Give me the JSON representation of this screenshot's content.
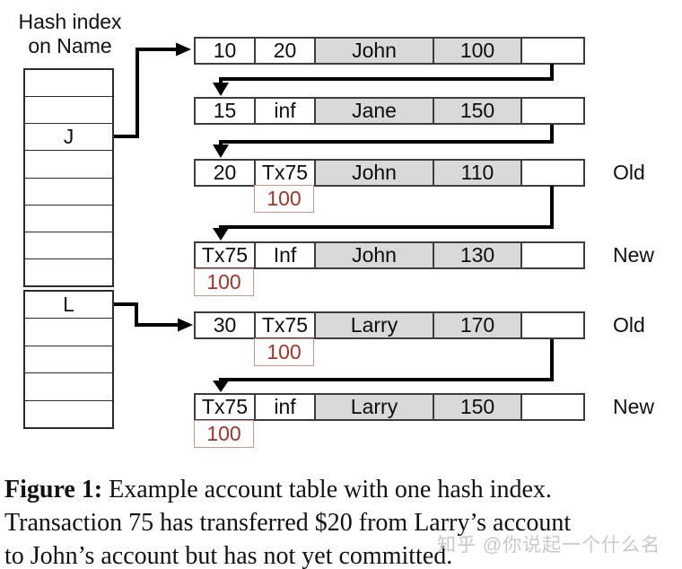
{
  "colors": {
    "cell_shade": "#d9d9d9",
    "uncommitted_text": "#a5342b",
    "uncommitted_border": "#cf9383",
    "line": "#000000"
  },
  "hash_index": {
    "title_line1": "Hash index",
    "title_line2": "on Name",
    "upper_bucket_labels": [
      "",
      "",
      "J",
      "",
      "",
      "",
      "",
      ""
    ],
    "lower_bucket_labels": [
      "L",
      "",
      "",
      "",
      ""
    ]
  },
  "records": [
    {
      "cells": [
        "10",
        "20",
        "John",
        "100",
        ""
      ],
      "tag": "",
      "uncommitted": ""
    },
    {
      "cells": [
        "15",
        "inf",
        "Jane",
        "150",
        ""
      ],
      "tag": "",
      "uncommitted": ""
    },
    {
      "cells": [
        "20",
        "Tx75",
        "John",
        "110",
        ""
      ],
      "tag": "Old",
      "uncommitted": "100"
    },
    {
      "cells": [
        "Tx75",
        "Inf",
        "John",
        "130",
        ""
      ],
      "tag": "New",
      "uncommitted": "100"
    },
    {
      "cells": [
        "30",
        "Tx75",
        "Larry",
        "170",
        ""
      ],
      "tag": "Old",
      "uncommitted": "100"
    },
    {
      "cells": [
        "Tx75",
        "inf",
        "Larry",
        "150",
        ""
      ],
      "tag": "New",
      "uncommitted": "100"
    }
  ],
  "caption": {
    "prefix": "Figure 1:",
    "line1_rest": " Example account table with one hash index.",
    "line2": "Transaction 75 has transferred $20 from Larry’s account",
    "line3": "to John’s account but has not yet committed."
  },
  "watermark": "知乎 @你说起一个什么名"
}
